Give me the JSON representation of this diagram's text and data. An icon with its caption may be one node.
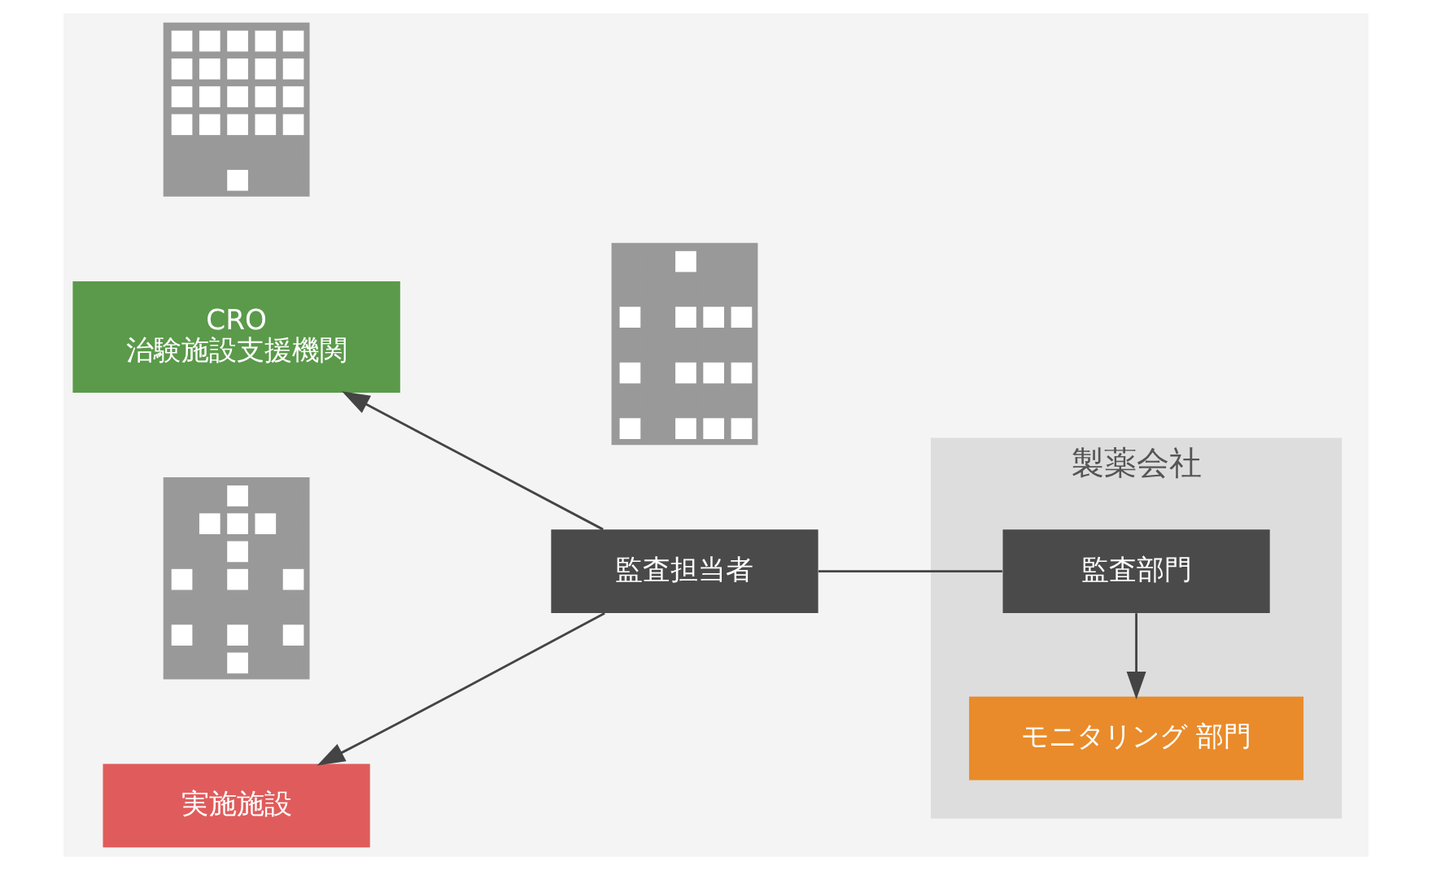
{
  "diagram": {
    "nodes": [
      {
        "text": [],
        "shape": "picture"
      },
      {
        "text": [
          "CRO",
          "治験施設支援機関"
        ]
      },
      {
        "text": [],
        "shape": "picture"
      },
      {
        "text": [
          "監査担当者"
        ]
      },
      {
        "text": [
          "製薬会社"
        ]
      },
      {
        "text": [
          "監査部門"
        ],
        "in": 4
      },
      {
        "text": [
          "モニタリング 部門"
        ],
        "in": 4
      },
      {
        "text": [],
        "shape": "picture"
      },
      {
        "text": [
          "実施施設"
        ]
      }
    ],
    "edges": [
      {
        "from": 3,
        "to": 1,
        "arrow": "to"
      },
      {
        "from": 3,
        "to": 8,
        "arrow": "to"
      },
      {
        "from": 5,
        "to": 3,
        "arrow": "none"
      },
      {
        "from": 5,
        "to": 6,
        "arrow": "to"
      }
    ]
  }
}
